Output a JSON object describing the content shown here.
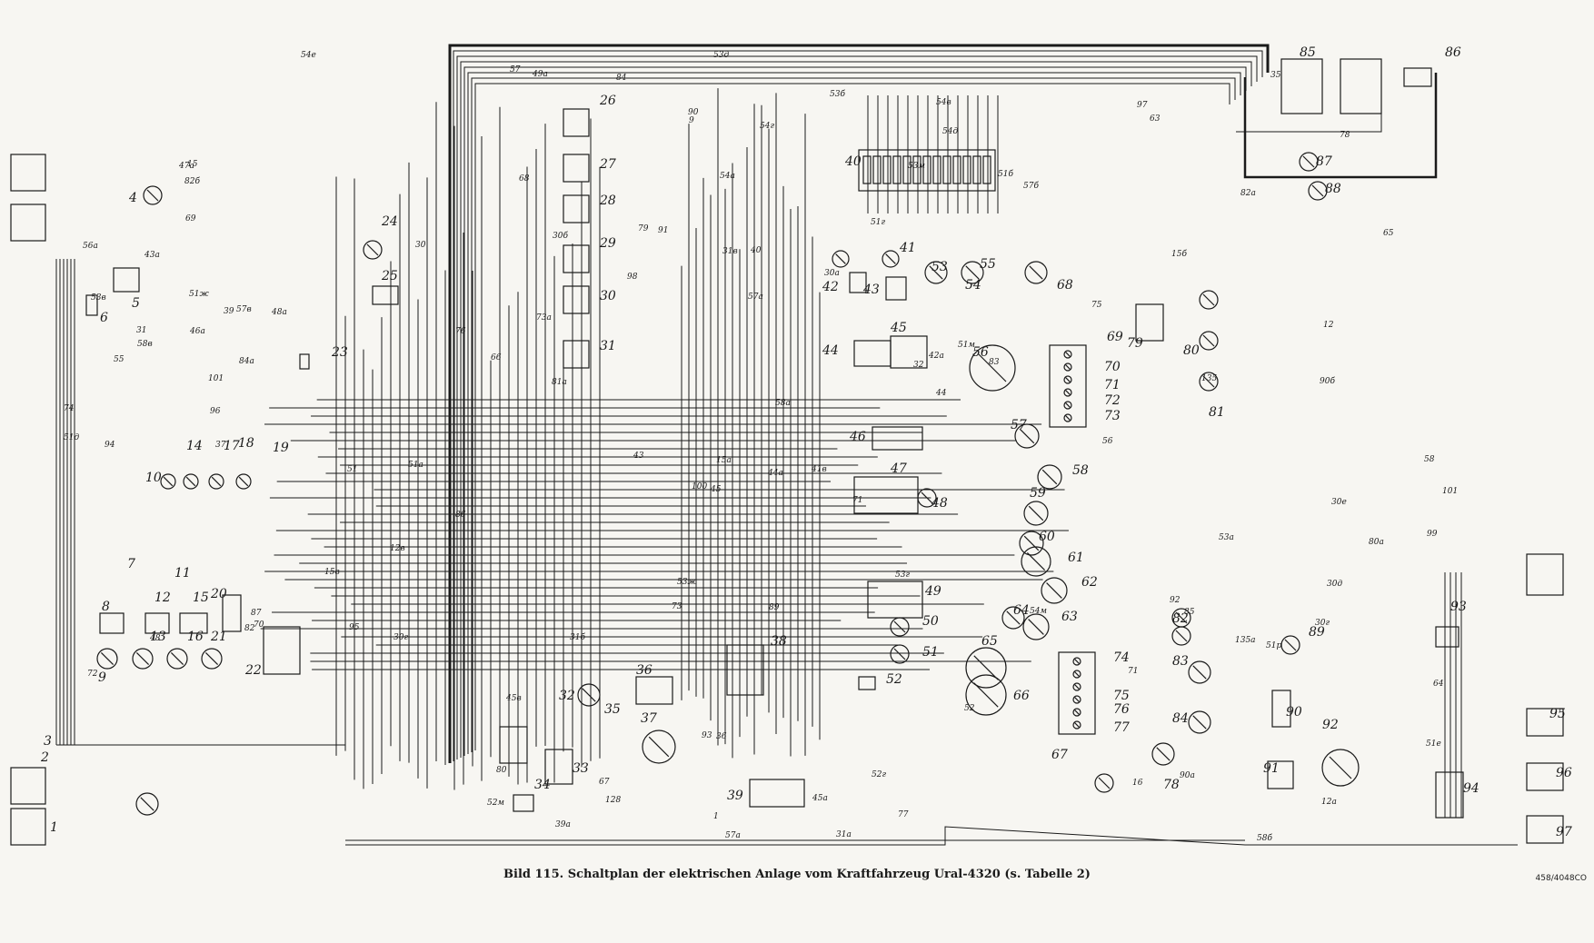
{
  "caption": "Bild 115. Schaltplan der elektrischen Anlage vom Kraftfahrzeug Ural-4320 (s. Tabelle 2)",
  "figure_code": "458/4048CO",
  "component_numbers": [
    "1",
    "2",
    "3",
    "4",
    "5",
    "6",
    "7",
    "8",
    "9",
    "10",
    "11",
    "12",
    "13",
    "14",
    "15",
    "16",
    "17",
    "18",
    "19",
    "20",
    "21",
    "22",
    "23",
    "24",
    "25",
    "26",
    "27",
    "28",
    "29",
    "30",
    "31",
    "32",
    "33",
    "34",
    "35",
    "36",
    "37",
    "38",
    "39",
    "40",
    "41",
    "42",
    "43",
    "44",
    "45",
    "46",
    "47",
    "48",
    "49",
    "50",
    "51",
    "52",
    "53",
    "54",
    "55",
    "56",
    "57",
    "58",
    "59",
    "60",
    "61",
    "62",
    "63",
    "64",
    "65",
    "66",
    "67",
    "68",
    "69",
    "70",
    "71",
    "72",
    "73",
    "74",
    "75",
    "76",
    "77",
    "78",
    "79",
    "80",
    "81",
    "82",
    "83",
    "84",
    "85",
    "86",
    "87",
    "88",
    "89",
    "90",
    "91",
    "92",
    "93",
    "94",
    "95",
    "96",
    "97"
  ],
  "wire_labels": [
    "1",
    "90б",
    "89",
    "90а",
    "31а",
    "52",
    "90",
    "101",
    "83",
    "71",
    "58а",
    "30г",
    "58в",
    "57а",
    "51б",
    "57б",
    "51",
    "57",
    "58",
    "55",
    "15в",
    "30г",
    "80",
    "32",
    "82а",
    "81а",
    "30е",
    "82б",
    "40",
    "43",
    "49а",
    "48",
    "45",
    "78",
    "79",
    "84",
    "82",
    "35",
    "30а",
    "30б",
    "56",
    "12в",
    "12а",
    "128",
    "135",
    "69",
    "70",
    "77",
    "76",
    "68",
    "80а",
    "85",
    "86",
    "87",
    "99",
    "73а",
    "71",
    "84а",
    "135а",
    "41в",
    "42а",
    "15",
    "67",
    "16",
    "93",
    "9",
    "12",
    "30",
    "31",
    "39а",
    "53а",
    "53б",
    "54а",
    "57а",
    "51а",
    "51г",
    "53г",
    "54г",
    "51д",
    "53д",
    "54д",
    "51ж",
    "53ж",
    "51е",
    "54е",
    "58б",
    "51р",
    "52г",
    "53в",
    "54в",
    "51м",
    "52м",
    "53м",
    "54м",
    "56а",
    "57в",
    "43а",
    "44а",
    "45а",
    "46а",
    "47а",
    "48а",
    "39",
    "101",
    "45в",
    "15а",
    "30д",
    "31б",
    "31в",
    "15б",
    "44",
    "36",
    "37",
    "91",
    "92",
    "95",
    "96",
    "97",
    "98",
    "74",
    "75",
    "94",
    "100",
    "72",
    "73",
    "63",
    "64",
    "65",
    "66"
  ]
}
